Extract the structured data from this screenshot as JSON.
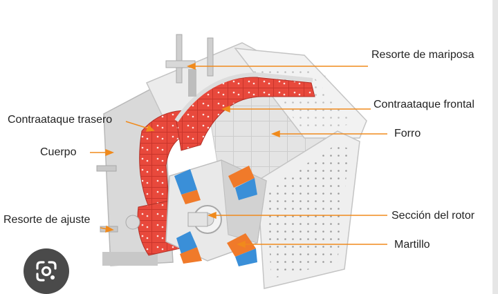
{
  "labels": {
    "resorte_mariposa": "Resorte de mariposa",
    "contraataque_frontal": "Contraataque frontal",
    "forro": "Forro",
    "contraataque_trasero": "Contraataque trasero",
    "cuerpo": "Cuerpo",
    "seccion_rotor": "Sección del rotor",
    "resorte_ajuste": "Resorte de ajuste",
    "martillo": "Martillo"
  },
  "colors": {
    "leader": "#f08a1c",
    "liner": "#e8493c",
    "hammer": "#f07a2a",
    "blue_block": "#3a8fd8",
    "body_light": "#eeeeee",
    "body_mid": "#d6d6d6",
    "body_dark": "#bdbdbd"
  },
  "overlay": {
    "lens_icon": "google-lens-icon"
  }
}
